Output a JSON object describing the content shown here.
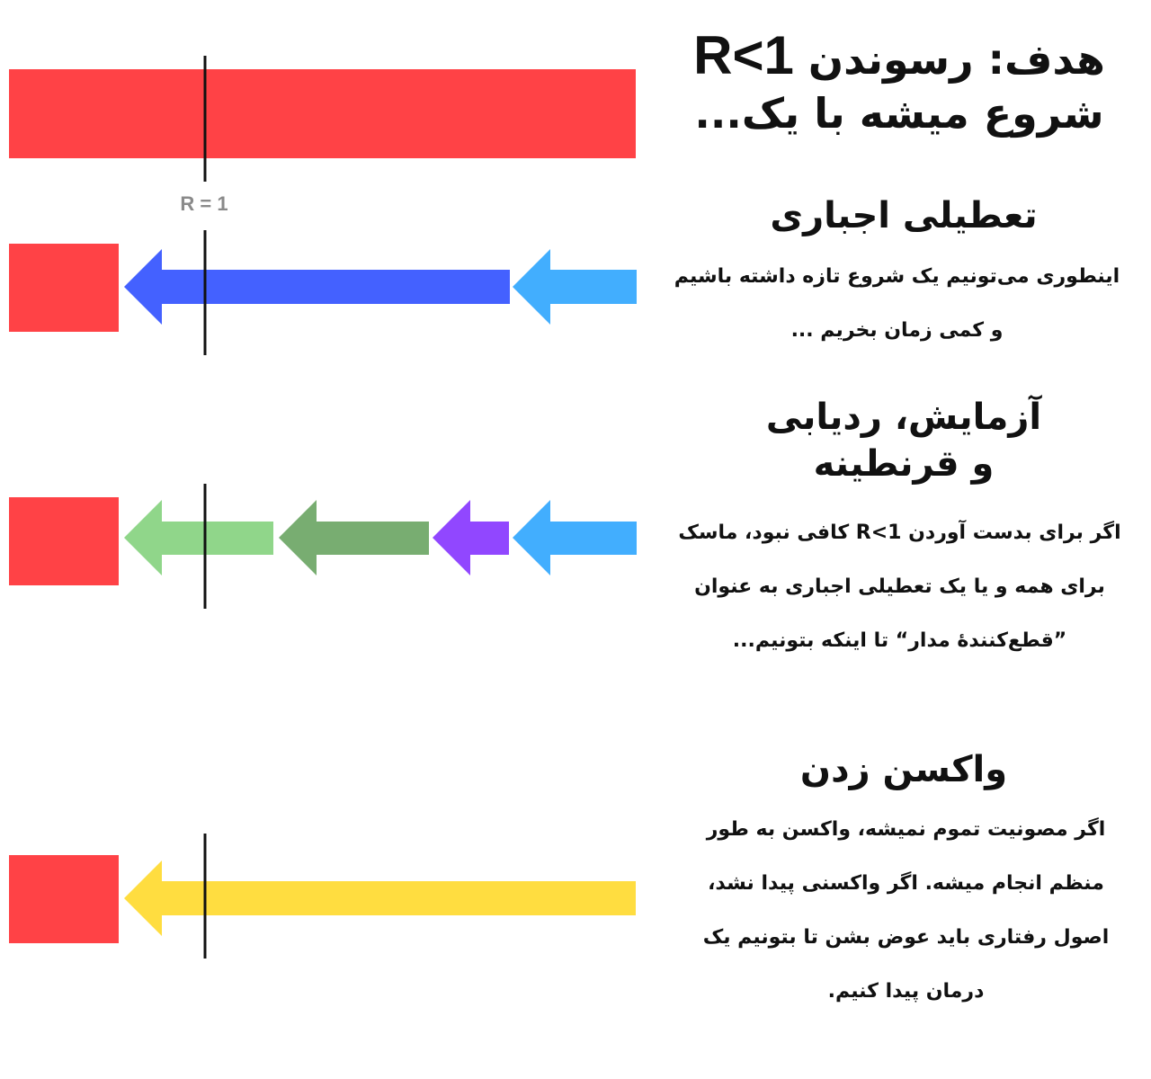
{
  "title": {
    "line1_prefix": "هدف: رسوندن",
    "line1_value": "R<1",
    "line2": "شروع میشه با یک..."
  },
  "threshold_label": "R = 1",
  "sections": [
    {
      "heading": "تعطیلی اجباری",
      "lines": [
        "اینطوری می‌تونیم یک شروع تازه داشته باشیم",
        "و کمی زمان بخریم ..."
      ]
    },
    {
      "heading_lines": [
        "آزمایش، ردیابی",
        "و قرنطینه"
      ],
      "lines": [
        "اگر برای بدست آوردن R<1 کافی نبود، ماسک",
        "برای همه و یا یک تعطیلی اجباری به عنوان",
        "”قطع‌کنندهٔ مدار“ تا اینکه بتونیم..."
      ]
    },
    {
      "heading": "واکسن زدن",
      "lines": [
        "اگر مصونیت تموم نمیشه، واکسن به طور",
        "منظم انجام میشه. اگر واکسنی پیدا نشد،",
        "اصول رفتاری باید عوض بشن تا بتونیم یک",
        "درمان پیدا کنیم."
      ]
    }
  ],
  "colors": {
    "red": "#ff4246",
    "blue": "#4461ff",
    "light_blue": "#42aefe",
    "light_green": "#90d68a",
    "dark_green": "#78ad71",
    "purple": "#9147ff",
    "yellow": "#ffdd40",
    "line": "#111111"
  }
}
